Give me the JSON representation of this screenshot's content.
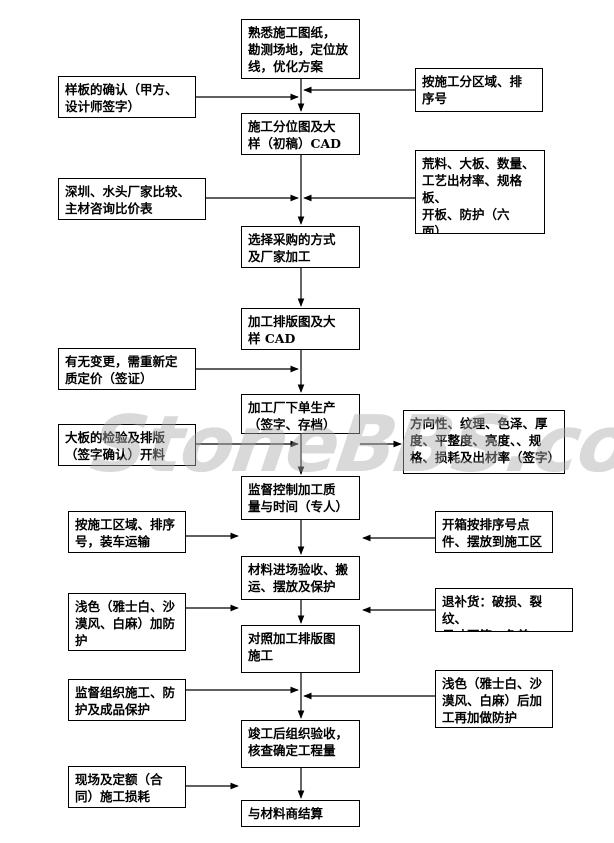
{
  "center_steps": [
    "熟悉施工图纸，\n勘测场地，定位放\n线，优化方案",
    "施工分位图及大\n样（初稿）CAD",
    "选择采购的方式\n及厂家加工",
    "加工排版图及大\n样 CAD",
    "加工厂下单生产\n（签字、存档）",
    "监督控制加工质\n量与时间（专人）",
    "材料进场验收、搬\n运、摆放及保护",
    "对照加工排版图\n施工",
    "竣工后组织验收，\n核查确定工程量",
    "与材料商结算"
  ],
  "left_inputs": [
    "样板的确认（甲方、\n设计师签字）",
    "深圳、水头厂家比较、\n主材咨询比价表",
    "有无变更，需重新定\n质定价（签证）",
    "大板的检验及排版\n（签字确认）开料",
    "按施工区域、排序\n号，装车运输",
    "浅色（雅士白、沙\n漠风、白麻）加防\n护",
    "监督组织施工、防\n护及成品保护",
    "现场及定额（合\n同）施工损耗"
  ],
  "right_inputs": [
    "按施工分区域、排\n序号",
    "荒料、大板、数量、\n工艺出材率、规格\n板、\n开板、防护（六面）、",
    "方向性、纹理、色泽、厚\n度、平整度、亮度、、规\n格、损耗及出材率（签字）",
    "开箱按排序号点\n件、摆放到施工区",
    "退补货：破损、裂纹、\n尺寸不符、色差",
    "浅色（雅士白、沙\n漠风、白麻）后加\n工再加做防护"
  ],
  "watermark": "StoneBBS.com"
}
